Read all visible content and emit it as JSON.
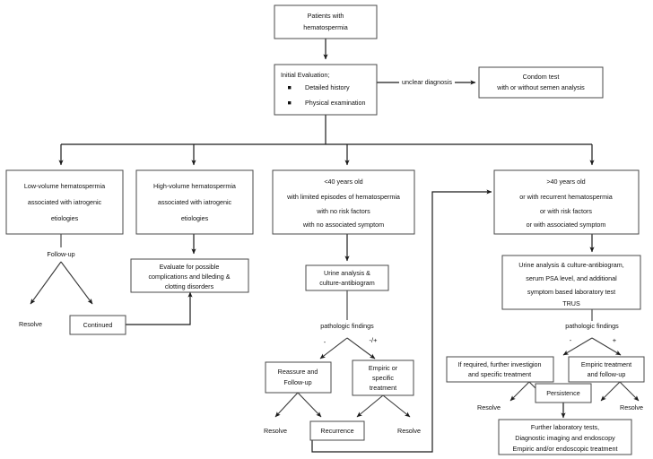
{
  "diagram": {
    "title": "Hematospermia diagnostic and management algorithm",
    "type": "flowchart",
    "background_color": "#ffffff",
    "line_color": "#1a1a1a",
    "box_border_color": "#4a4a4a",
    "text_color": "#111111"
  },
  "nodes": {
    "patients": {
      "id": "patients",
      "lines": [
        "Patients with",
        "hematospermia"
      ],
      "line1": "Patients with",
      "line2": "hematospermia"
    },
    "initial_eval": {
      "id": "initial-evaluation",
      "heading": "Initial Evaluation;",
      "bullets": [
        "Detailed history",
        "Physical examination"
      ],
      "bullet1": "Detailed history",
      "bullet2": "Physical examination"
    },
    "condom_test": {
      "id": "condom-test",
      "line1": "Condom test",
      "line2": "with or without semen analysis"
    },
    "low_volume": {
      "id": "low-volume-hematospermia",
      "line1": "Low-volume hematospermia",
      "line2": "associated with iatrogenic",
      "line3": "etiologies"
    },
    "high_volume": {
      "id": "high-volume-hematospermia",
      "line1": "High-volume hematospermia",
      "line2": "associated with iatrogenic",
      "line3": "etiologies"
    },
    "under40": {
      "id": "under-40-years-old",
      "line1": "<40 years old",
      "line2": "with limited episodes of hematospermia",
      "line3": "with no risk factors",
      "line4": "with no associated symptom"
    },
    "over40": {
      "id": "over-40-years-old",
      "line1": ">40 years old",
      "line2": "or with recurrent hematospermia",
      "line3": "or with risk factors",
      "line4": "or with associated symptom"
    },
    "evaluate_complications": {
      "id": "evaluate-complications",
      "line1": "Evaluate for possible",
      "line2": "complications and blleding &",
      "line3": "clotting disorders"
    },
    "continued": {
      "id": "continued",
      "label": "Continued"
    },
    "urine_analysis_center": {
      "id": "urine-analysis-culture-antibiogram",
      "line1": "Urine analysis  &",
      "line2": "culture-antibiogram"
    },
    "urine_analysis_right": {
      "id": "urine-analysis-psa-trus",
      "line1": "Urine analysis & culture-antibiogram,",
      "line2": "serum PSA level, and additional",
      "line3": "symptom based laboratory test",
      "line4": "TRUS"
    },
    "reassure": {
      "id": "reassure-and-follow-up",
      "line1": "Reassure and",
      "line2": "Follow-up"
    },
    "empiric_specific": {
      "id": "empiric-or-specific-treatment",
      "line1": "Empiric or",
      "line2": "specific",
      "line3": "treatment"
    },
    "recurrence": {
      "id": "recurrence",
      "label": "Recurrence"
    },
    "further_investigation": {
      "id": "further-investigation",
      "line1": "If required, further investigion",
      "line2": "and specific treatment"
    },
    "empiric_treatment": {
      "id": "empiric-treatment-and-follow-up",
      "line1": "Empiric treatment",
      "line2": "and follow-up"
    },
    "persistence": {
      "id": "persistence",
      "label": "Persistence"
    },
    "further_labs": {
      "id": "further-laboratory-tests",
      "line1": "Further laboratory tests,",
      "line2": "Diagnostic imaging and endoscopy",
      "line3": "Empiric and/or endoscopic  treatment"
    }
  },
  "free_labels": {
    "unclear_diagnosis": "unclear diagnosis",
    "follow_up": "Follow-up",
    "resolve_left": "Resolve",
    "pathologic_findings_center": "pathologic findings",
    "pathologic_findings_right": "pathologic findings",
    "resolve_center_left": "Resolve",
    "resolve_center_right": "Resolve",
    "resolve_right_left": "Resolve",
    "resolve_right_right": "Resolve",
    "sign_minus_center": "-",
    "sign_plusminus_center": "-/+",
    "sign_minus_right": "-",
    "sign_plus_right": "+"
  }
}
